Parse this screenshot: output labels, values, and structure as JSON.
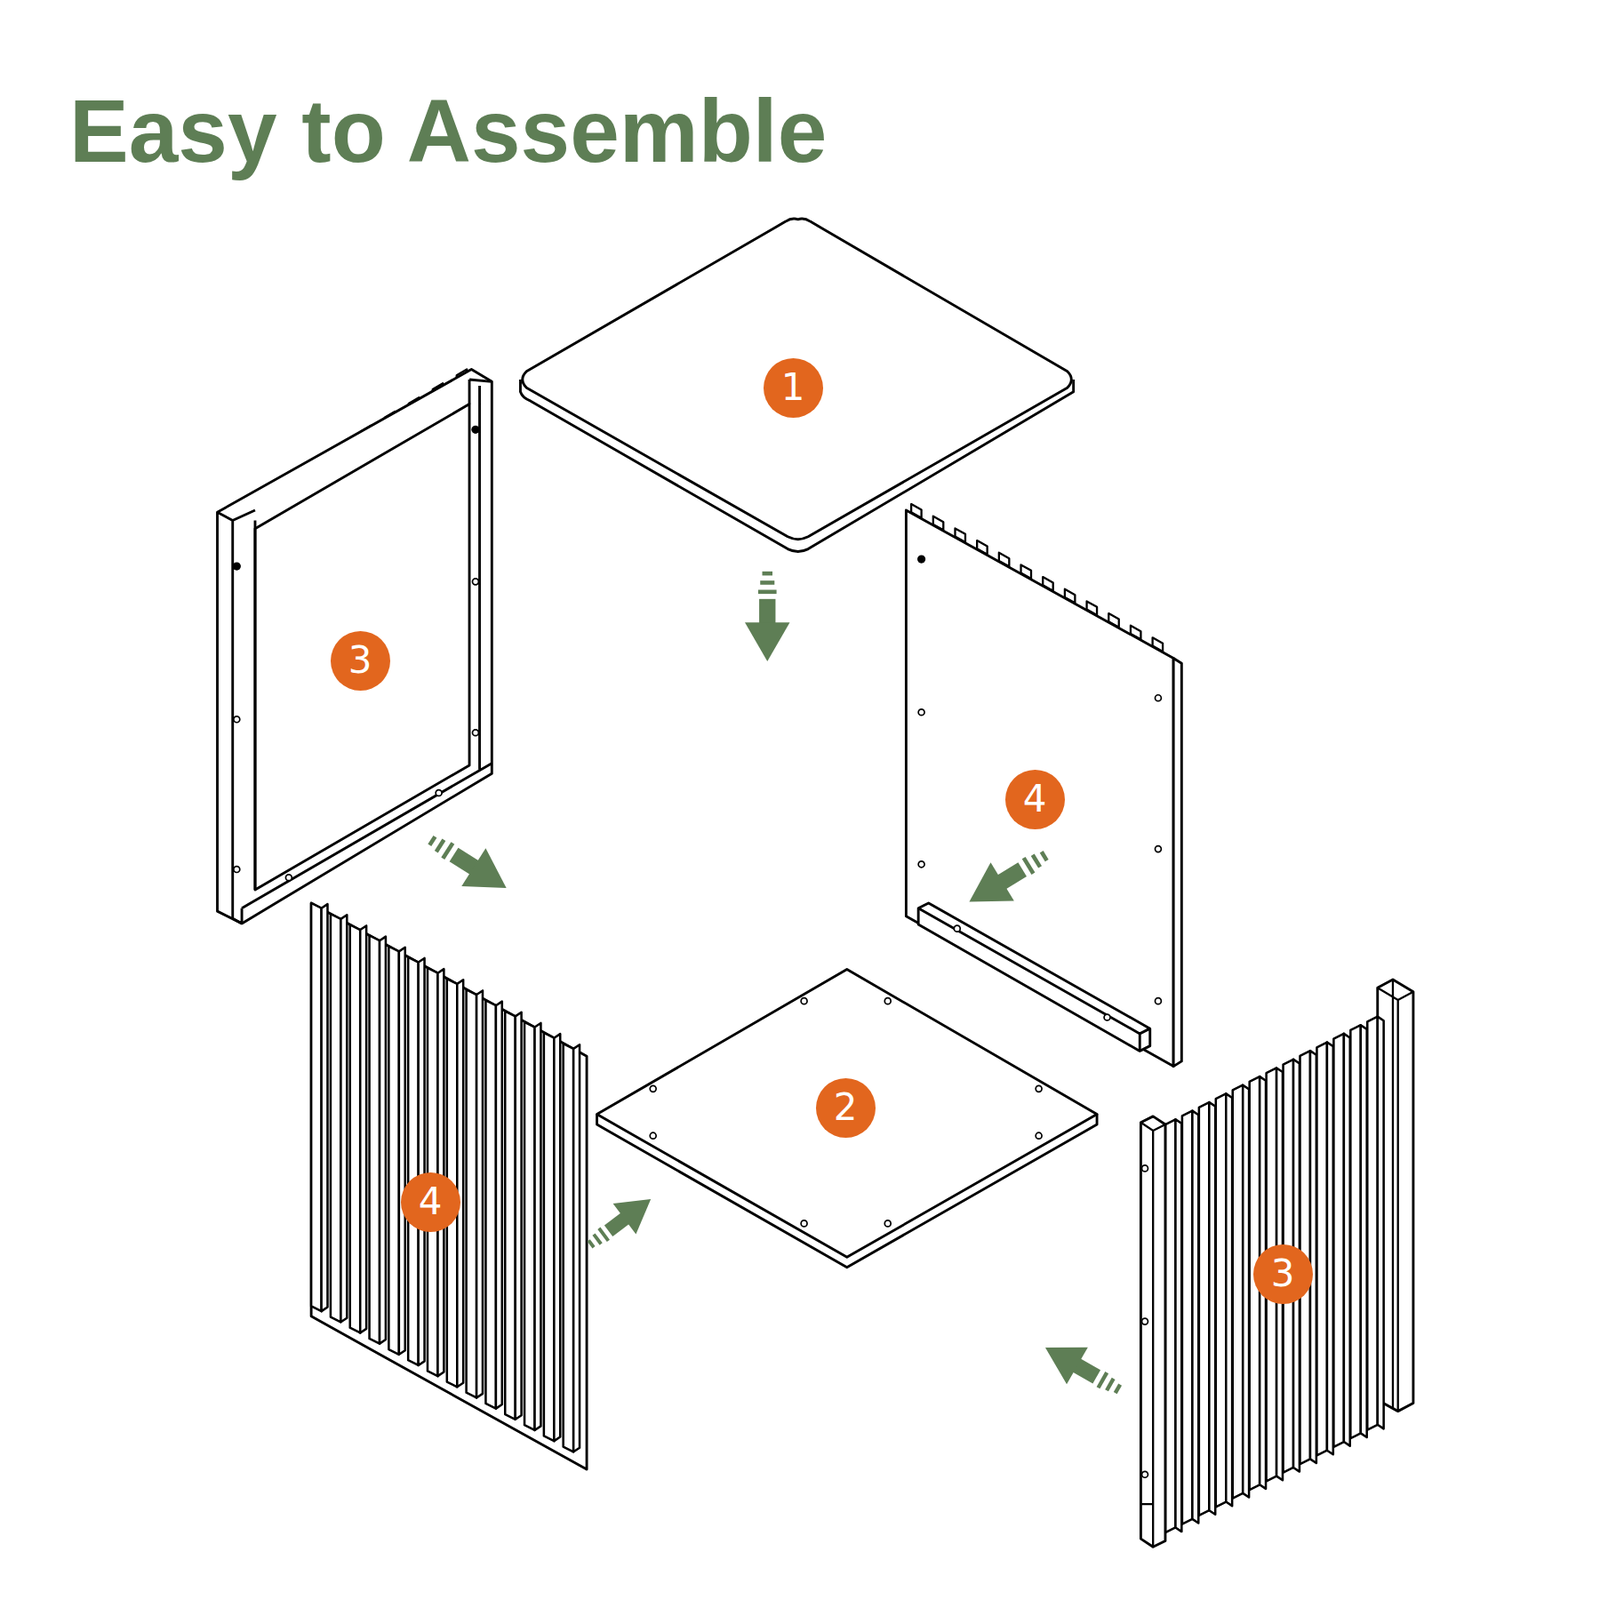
{
  "diagram": {
    "title": "Easy to Assemble",
    "nodes": [
      {
        "text": [
          "1"
        ]
      },
      {
        "text": [
          "3"
        ]
      },
      {
        "text": [
          "4"
        ]
      },
      {
        "text": [
          "2"
        ]
      },
      {
        "text": [
          "4"
        ]
      },
      {
        "text": [
          "3"
        ]
      }
    ]
  }
}
